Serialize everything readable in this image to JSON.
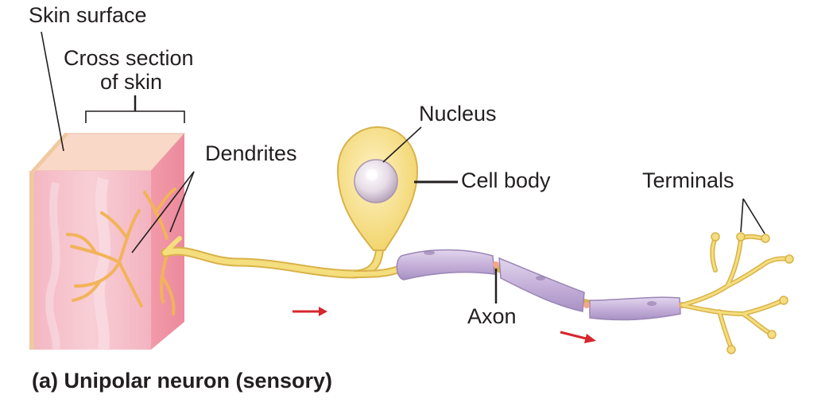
{
  "labels": {
    "skin_surface": "Skin surface",
    "cross_section_line1": "Cross section",
    "cross_section_line2": "of skin",
    "dendrites": "Dendrites",
    "nucleus": "Nucleus",
    "cell_body": "Cell body",
    "terminals": "Terminals",
    "axon": "Axon"
  },
  "caption": "(a) Unipolar neuron (sensory)",
  "colors": {
    "skin_pink": "#f2b5c4",
    "skin_top": "#f7d2c0",
    "neuron_yellow": "#f4de7e",
    "neuron_outline": "#d9b24a",
    "myelin_purple": "#c7b3d9",
    "myelin_outline": "#9b85b5",
    "arrow_red": "#d7262d",
    "leader_line": "#231f20"
  }
}
